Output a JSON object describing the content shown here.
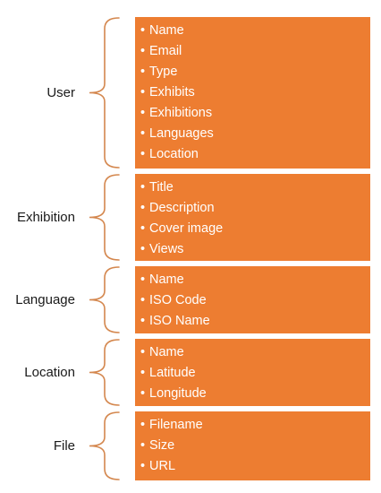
{
  "colors": {
    "box_fill": "#ed7d31",
    "brace_stroke": "#d4874e",
    "item_text": "#ffffff",
    "label_text": "#1a1a1a"
  },
  "groups": [
    {
      "name": "User",
      "fields": [
        "Name",
        "Email",
        "Type",
        "Exhibits",
        "Exhibitions",
        "Languages",
        "Location"
      ]
    },
    {
      "name": "Exhibition",
      "fields": [
        "Title",
        "Description",
        "Cover image",
        "Views"
      ]
    },
    {
      "name": "Language",
      "fields": [
        "Name",
        "ISO Code",
        "ISO Name"
      ]
    },
    {
      "name": "Location",
      "fields": [
        "Name",
        "Latitude",
        "Longitude"
      ]
    },
    {
      "name": "File",
      "fields": [
        "Filename",
        "Size",
        "URL"
      ]
    }
  ]
}
